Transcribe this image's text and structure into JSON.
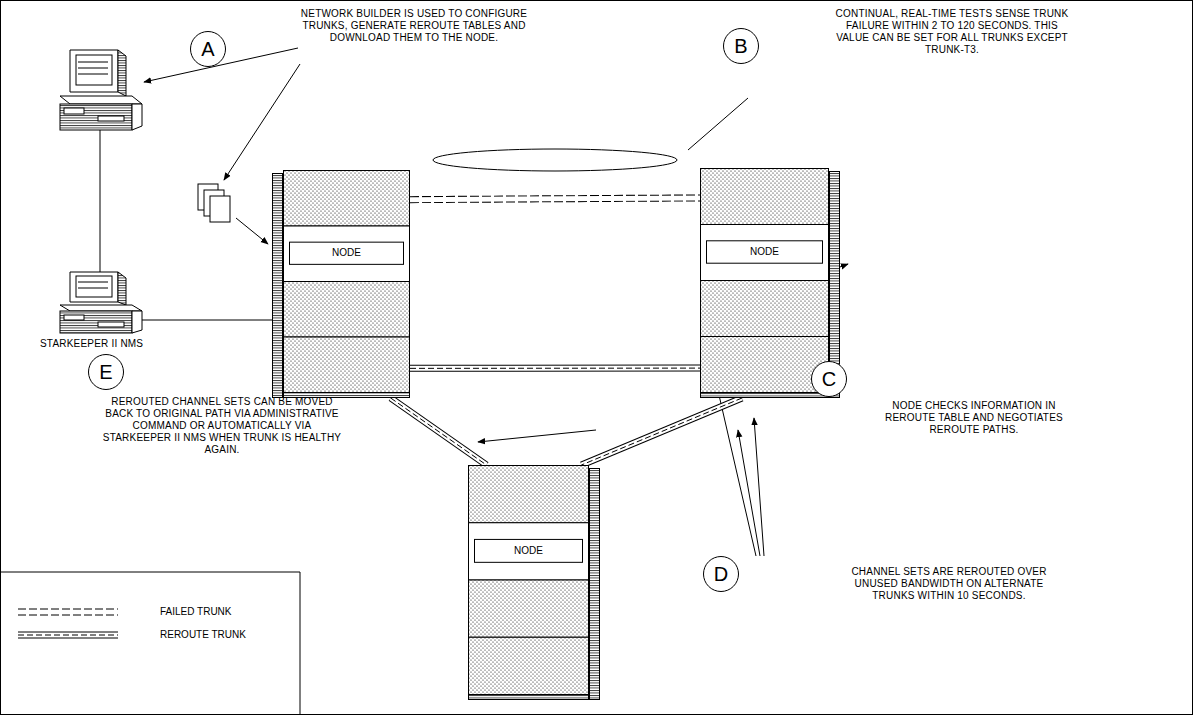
{
  "diagram": {
    "nodes": [
      {
        "text": [
          "A"
        ]
      },
      {
        "text": [
          "B"
        ]
      },
      {
        "text": [
          "NODE"
        ]
      },
      {
        "text": [
          "NODE"
        ]
      },
      {
        "text": [
          "C"
        ]
      },
      {
        "text": [
          "NODE"
        ]
      },
      {
        "text": [
          "D"
        ]
      },
      {
        "text": [
          "E"
        ]
      }
    ],
    "edges": [
      {
        "from": 2,
        "to": 3,
        "arrow": "none"
      },
      {
        "from": 2,
        "to": 3,
        "arrow": "none"
      },
      {
        "from": 2,
        "to": 5,
        "arrow": "none"
      },
      {
        "from": 3,
        "to": 5,
        "arrow": "none"
      }
    ],
    "labels": [
      "NETWORK BUILDER IS USED TO CONFIGURE TRUNKS, GENERATE REROUTE TABLES AND DOWNLOAD THEM TO THE NODE.",
      "CONTINUAL, REAL-TIME TESTS SENSE TRUNK FAILURE WITHIN 2 TO 120 SECONDS. THIS VALUE CAN BE SET FOR ALL TRUNKS EXCEPT TRUNK-T3.",
      "NODE CHECKS INFORMATION IN REROUTE TABLE AND NEGOTIATES REROUTE PATHS.",
      "CHANNEL SETS ARE REROUTED OVER UNUSED BANDWIDTH ON ALTERNATE TRUNKS WITHIN 10 SECONDS.",
      "STARKEEPER II NMS",
      "REROUTED CHANNEL SETS CAN BE MOVED BACK TO ORIGINAL PATH VIA ADMINISTRATIVE COMMAND OR AUTOMATICALLY VIA STARKEEPER II NMS WHEN TRUNK IS HEALTHY AGAIN."
    ],
    "legend": [
      {
        "text": "FAILED TRUNK"
      },
      {
        "text": "REROUTE TRUNK"
      }
    ]
  }
}
